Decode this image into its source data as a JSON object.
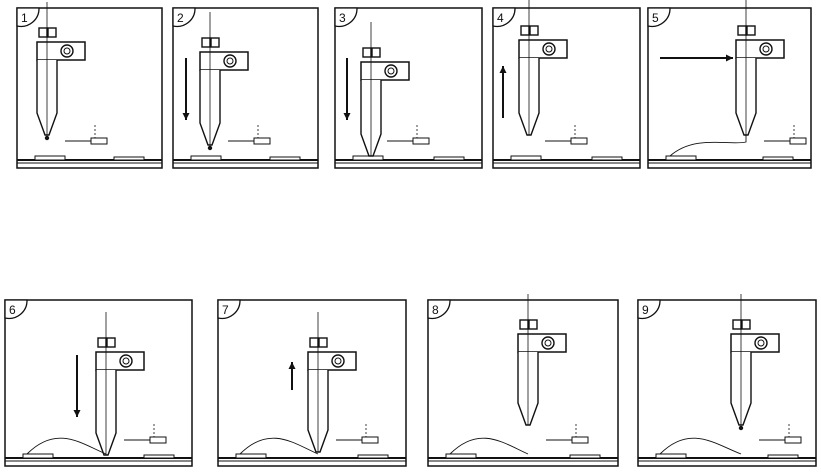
{
  "panels": [
    {
      "label": "1",
      "state": "start",
      "arrow": "none"
    },
    {
      "label": "2",
      "state": "descend",
      "arrow": "down"
    },
    {
      "label": "3",
      "state": "contact",
      "arrow": "down"
    },
    {
      "label": "4",
      "state": "rise",
      "arrow": "up"
    },
    {
      "label": "5",
      "state": "travel",
      "arrow": "right"
    },
    {
      "label": "6",
      "state": "descend-wire",
      "arrow": "down"
    },
    {
      "label": "7",
      "state": "rise-wire",
      "arrow": "up"
    },
    {
      "label": "8",
      "state": "done",
      "arrow": "none"
    },
    {
      "label": "9",
      "state": "reset",
      "arrow": "none"
    }
  ],
  "colors": {
    "line": "#111111",
    "background": "#ffffff"
  }
}
